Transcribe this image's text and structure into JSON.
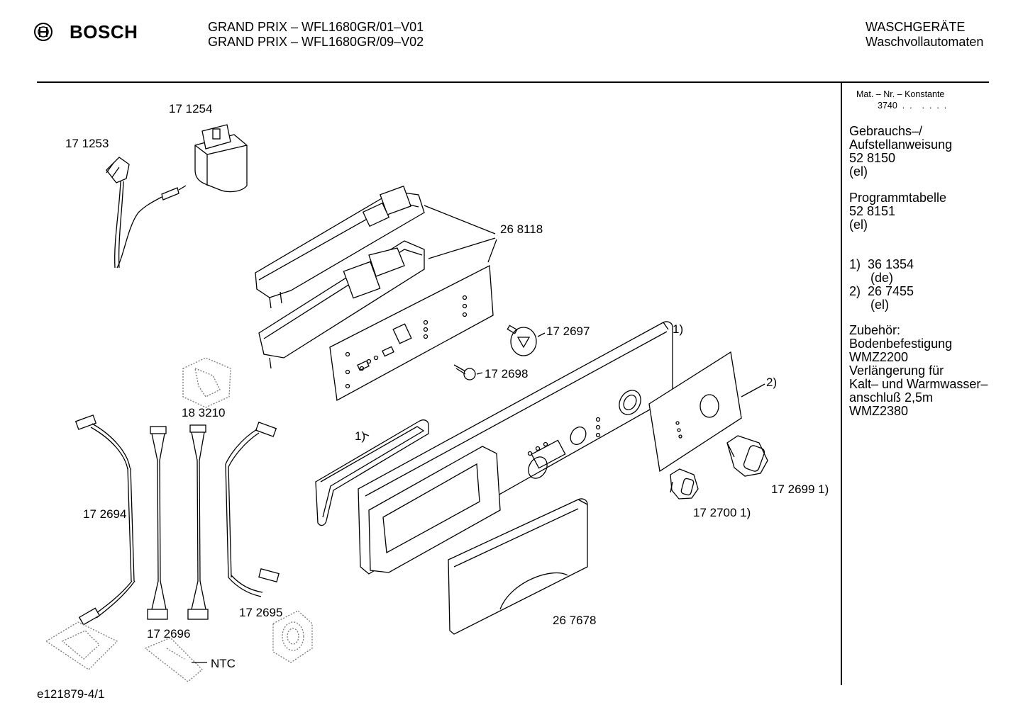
{
  "header": {
    "brand": "BOSCH",
    "model_lines": [
      "GRAND PRIX – WFL1680GR/01–V01",
      "GRAND PRIX – WFL1680GR/09–V02"
    ],
    "category_lines": [
      "WASCHGERÄTE",
      "Waschvollautomaten"
    ]
  },
  "sidebar": {
    "mat_label": "Mat. – Nr. – Konstante",
    "mat_value": "3740  .  .    .  .  .  .",
    "manual": [
      "Gebrauchs–/",
      "Aufstellanweisung",
      "52 8150",
      "(el)"
    ],
    "program": [
      "Programmtabelle",
      "52 8151",
      "(el)"
    ],
    "notes": [
      "1)  36 1354",
      "      (de)",
      "2)  26 7455",
      "      (el)"
    ],
    "accessories": [
      "Zubehör:",
      "Bodenbefestigung",
      "WMZ2200",
      "Verlängerung für",
      "Kalt– und Warmwasser–",
      "anschluß 2,5m",
      "WMZ2380"
    ]
  },
  "parts": {
    "p171254": "17 1254",
    "p171253": "17 1253",
    "p268118": "26 8118",
    "p172697": "17 2697",
    "p172698": "17 2698",
    "note1_top": "1)",
    "note2": "2)",
    "note1_left": "1)",
    "p183210": "18 3210",
    "p172694": "17 2694",
    "p172699": "17 2699 1)",
    "p172700": "17 2700 1)",
    "p172695": "17 2695",
    "p172696": "17 2696",
    "p267678": "26 7678",
    "ntc": "NTC"
  },
  "footer": {
    "doc_id": "e121879-4/1"
  }
}
